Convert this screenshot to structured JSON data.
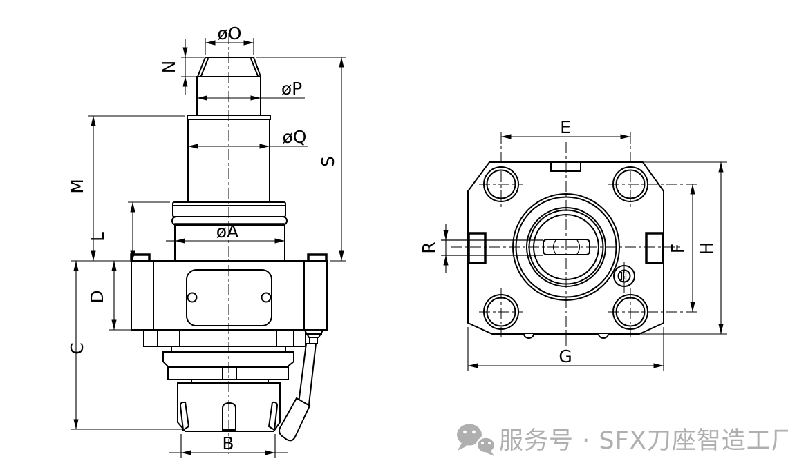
{
  "drawing": {
    "type": "engineering-drawing",
    "colors": {
      "line": "#000000",
      "background": "#ffffff",
      "watermark": "#afafaf"
    },
    "side_view_labels": {
      "oO": "øO",
      "n": "N",
      "oP": "øP",
      "oQ": "øQ",
      "s": "S",
      "m": "M",
      "l": "L",
      "oA": "øA",
      "d": "D",
      "c": "C",
      "b": "B"
    },
    "front_view_labels": {
      "e": "E",
      "r": "R",
      "f": "F",
      "h": "H",
      "g": "G"
    }
  },
  "watermark": {
    "icon": "wechat-logo",
    "text": "服务号 · SFX刀座智造工厂"
  }
}
